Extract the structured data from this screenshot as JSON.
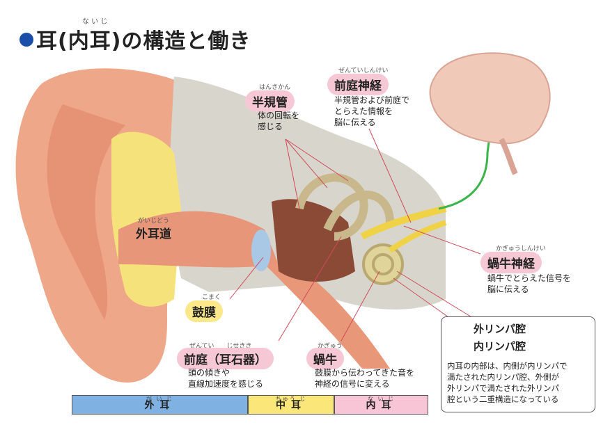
{
  "title": {
    "text": "耳(内耳)の構造と働き",
    "ruby": "な い じ"
  },
  "labels": {
    "semicircular": {
      "ruby": "はんきかん",
      "name": "半規管",
      "desc": [
        "体の回転を",
        "感じる"
      ]
    },
    "vestibular_nerve": {
      "ruby": "ぜんていしんけい",
      "name": "前庭神経",
      "desc": [
        "半規管および前庭で",
        "とらえた情報を",
        "脳に伝える"
      ]
    },
    "ear_canal": {
      "ruby": "がいじどう",
      "name": "外耳道"
    },
    "cochlear_nerve": {
      "ruby": "かぎゅうしんけい",
      "name": "蝸牛神経",
      "desc": [
        "蝸牛でとらえた信号を",
        "脳に伝える"
      ]
    },
    "eardrum": {
      "ruby": "こまく",
      "name": "鼓膜"
    },
    "vestibule": {
      "ruby": "ぜんてい　　じせきき",
      "name": "前庭（耳石器）",
      "desc": [
        "頭の傾きや",
        "直線加速度を感じる"
      ]
    },
    "cochlea": {
      "ruby": "かぎゅう",
      "name": "蝸牛",
      "desc": [
        "鼓膜から伝わってきた音を",
        "神経の信号に変える"
      ]
    }
  },
  "note": {
    "perilymph": "外リンパ腔",
    "endolymph": "内リンパ腔",
    "body": [
      "内耳の内部は、内側が内リンパで",
      "満たされた内リンパ腔、外側が",
      "外リンパで満たされた外リンパ",
      "腔という二重構造になっている"
    ]
  },
  "bars": [
    {
      "label": "外耳",
      "ruby": "が い じ"
    },
    {
      "label": "中耳",
      "ruby": "ちゅう じ"
    },
    {
      "label": "内耳",
      "ruby": "な い じ"
    }
  ],
  "colors": {
    "outer": "#7fb2e2",
    "middle": "#fbe67a",
    "inner": "#f7c5d5",
    "accent": "#1a4ea8",
    "skin": "#eea788",
    "nerve": "#3cb44b"
  }
}
